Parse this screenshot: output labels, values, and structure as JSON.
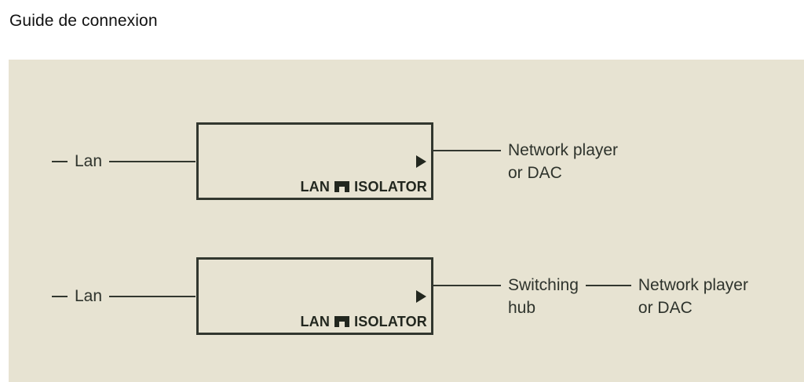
{
  "page": {
    "title": "Guide de connexion",
    "background_color": "#ffffff",
    "panel_color": "#e7e3d2",
    "line_color": "#32372f",
    "text_color": "#2e332c"
  },
  "diagram": {
    "device_brand": {
      "prefix": "LAN",
      "mark": "isolator-logo-mark",
      "suffix": "ISOLATOR"
    },
    "rows": [
      {
        "id": "direct-connection",
        "source_label": "Lan",
        "destinations": [
          {
            "label": "Network player\nor DAC"
          }
        ]
      },
      {
        "id": "via-switching-hub",
        "source_label": "Lan",
        "destinations": [
          {
            "label": "Switching\nhub"
          },
          {
            "label": "Network player\nor DAC"
          }
        ]
      }
    ]
  }
}
